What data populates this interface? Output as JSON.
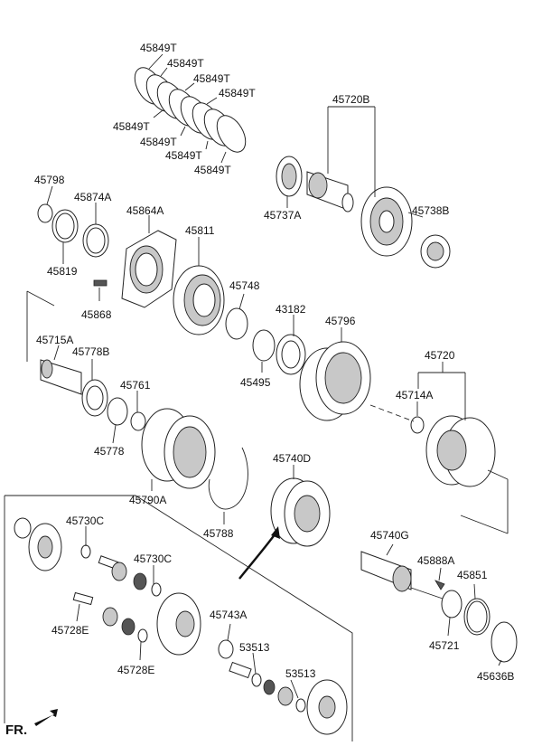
{
  "labels": {
    "p45849T_1": "45849T",
    "p45849T_2": "45849T",
    "p45849T_3": "45849T",
    "p45849T_4": "45849T",
    "p45849T_5": "45849T",
    "p45849T_6": "45849T",
    "p45849T_7": "45849T",
    "p45849T_8": "45849T",
    "p45720B": "45720B",
    "p45737A": "45737A",
    "p45738B": "45738B",
    "p45798": "45798",
    "p45874A": "45874A",
    "p45864A": "45864A",
    "p45811": "45811",
    "p45819": "45819",
    "p45868": "45868",
    "p45748": "45748",
    "p43182": "43182",
    "p45796": "45796",
    "p45715A": "45715A",
    "p45778B": "45778B",
    "p45761": "45761",
    "p45495": "45495",
    "p45720": "45720",
    "p45714A": "45714A",
    "p45778": "45778",
    "p45790A": "45790A",
    "p45788": "45788",
    "p45740D": "45740D",
    "p45730C_1": "45730C",
    "p45730C_2": "45730C",
    "p45740G": "45740G",
    "p45888A": "45888A",
    "p45851": "45851",
    "p45728E_1": "45728E",
    "p45728E_2": "45728E",
    "p45743A": "45743A",
    "p53513_1": "53513",
    "p53513_2": "53513",
    "p45721": "45721",
    "p45636B": "45636B",
    "front_marker": "FR."
  }
}
